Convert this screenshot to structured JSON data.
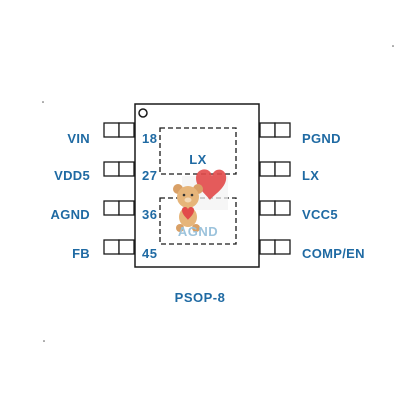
{
  "package": {
    "name": "PSOP-8"
  },
  "pins": {
    "left": [
      {
        "name": "VIN",
        "number": "18"
      },
      {
        "name": "VDD5",
        "number": "27"
      },
      {
        "name": "AGND",
        "number": "36"
      },
      {
        "name": "FB",
        "number": "45"
      }
    ],
    "right": [
      {
        "name": "PGND"
      },
      {
        "name": "LX"
      },
      {
        "name": "VCC5"
      },
      {
        "name": "COMP/EN"
      }
    ]
  },
  "pads": [
    {
      "label": "LX",
      "color": "#1f6aa3"
    },
    {
      "label": "AGND",
      "color": "#9cc3dc"
    }
  ],
  "colors": {
    "outline": "#1a1a1a",
    "label": "#1f6aa3",
    "sticker_heart": "#e24a4a",
    "sticker_bear": "#d9a066"
  },
  "icons": {
    "sticker": "teddy-bear-heart-icon"
  }
}
